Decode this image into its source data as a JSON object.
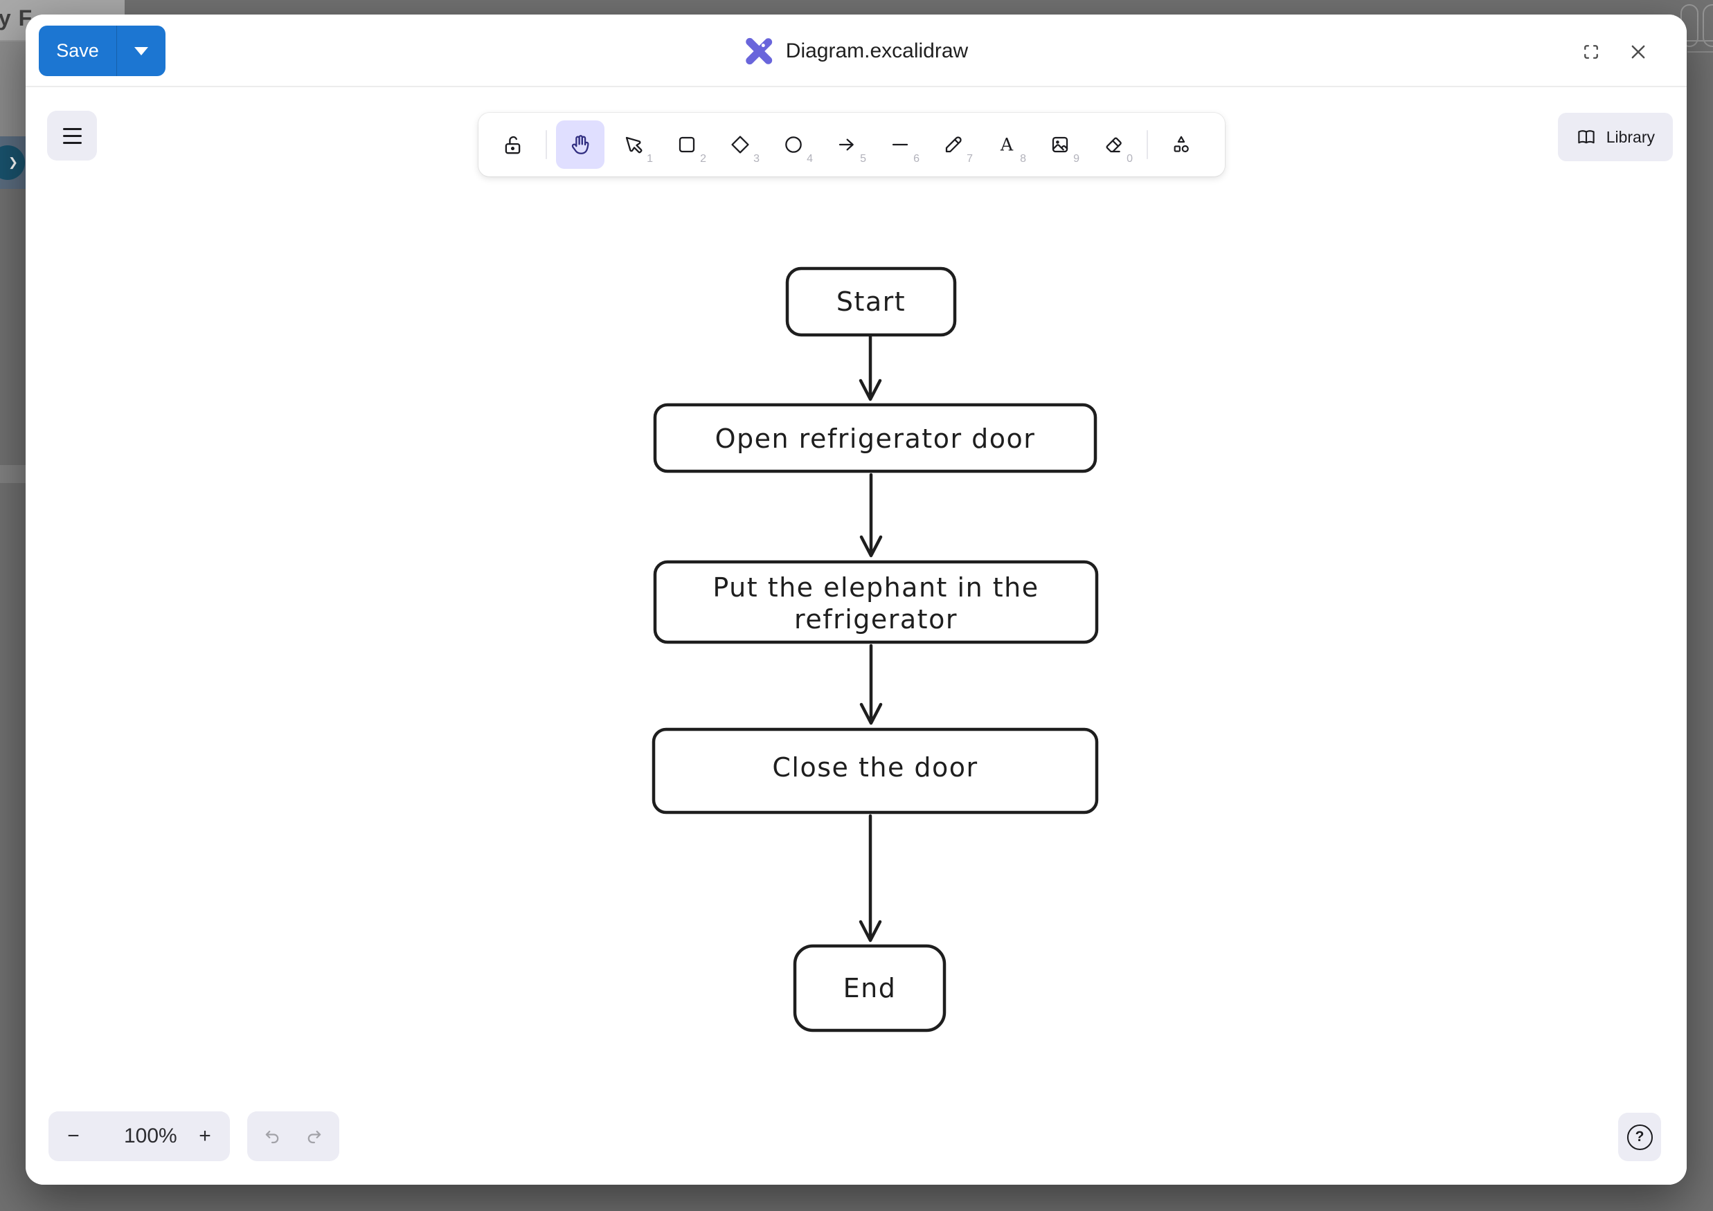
{
  "backdrop": {
    "partial_text": "ly F",
    "row_chevron_glyph": "❯"
  },
  "header": {
    "save_label": "Save",
    "file_title": "Diagram.excalidraw"
  },
  "toolbar": {
    "tools": [
      {
        "name": "lock",
        "shortcut": ""
      },
      {
        "name": "hand",
        "shortcut": "",
        "active": true
      },
      {
        "name": "selection",
        "shortcut": "1"
      },
      {
        "name": "rectangle",
        "shortcut": "2"
      },
      {
        "name": "diamond",
        "shortcut": "3"
      },
      {
        "name": "ellipse",
        "shortcut": "4"
      },
      {
        "name": "arrow",
        "shortcut": "5"
      },
      {
        "name": "line",
        "shortcut": "6"
      },
      {
        "name": "draw",
        "shortcut": "7"
      },
      {
        "name": "text",
        "shortcut": "8"
      },
      {
        "name": "image",
        "shortcut": "9"
      },
      {
        "name": "eraser",
        "shortcut": "0"
      },
      {
        "name": "shapes",
        "shortcut": ""
      }
    ],
    "text_tool_glyph": "A",
    "library_label": "Library"
  },
  "canvas": {
    "diagram_type": "flowchart",
    "nodes": [
      {
        "label": "Start",
        "lines": [
          "Start"
        ]
      },
      {
        "label": "Open refrigerator door",
        "lines": [
          "Open refrigerator door"
        ]
      },
      {
        "label": "Put the elephant in the refrigerator",
        "lines": [
          "Put the elephant in the",
          "refrigerator"
        ]
      },
      {
        "label": "Close the door",
        "lines": [
          "Close the door"
        ]
      },
      {
        "label": "End",
        "lines": [
          "End"
        ]
      }
    ],
    "edges": [
      {
        "from": "Start",
        "to": "Open refrigerator door"
      },
      {
        "from": "Open refrigerator door",
        "to": "Put the elephant in the refrigerator"
      },
      {
        "from": "Put the elephant in the refrigerator",
        "to": "Close the door"
      },
      {
        "from": "Close the door",
        "to": "End"
      }
    ]
  },
  "footer": {
    "zoom_out_label": "−",
    "zoom_level": "100%",
    "zoom_in_label": "+",
    "help_glyph": "?"
  },
  "colors": {
    "accent_blue": "#1c76d2",
    "tool_active_bg": "#e0dfff",
    "tool_active_icon": "#312e81",
    "island_bg": "#ececf4",
    "canvas_stroke": "#1e1e1e",
    "logo_purple": "#6965db"
  }
}
